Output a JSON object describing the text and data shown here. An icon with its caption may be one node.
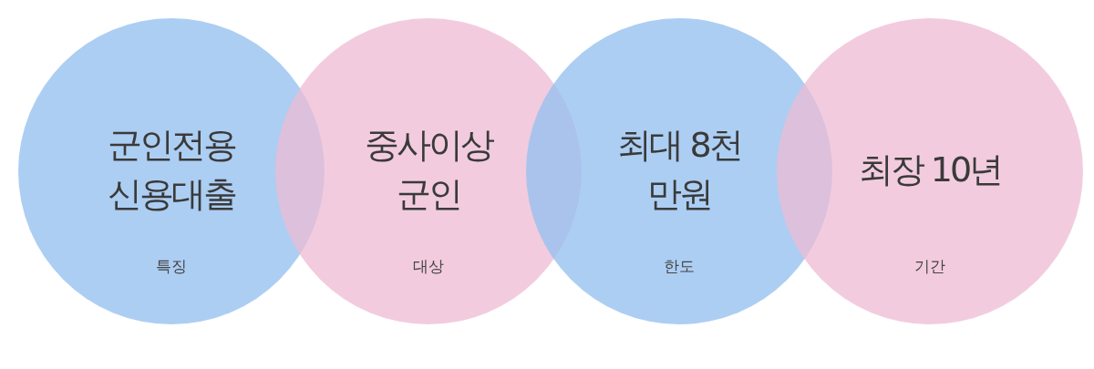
{
  "diagram": {
    "nodes": [
      {
        "text": [
          "군인전용 신용대출",
          "특징"
        ]
      },
      {
        "text": [
          "중사이상 군인",
          "대상"
        ]
      },
      {
        "text": [
          "최대 8천만원",
          "한도"
        ]
      },
      {
        "text": [
          "최장 10년",
          "기간"
        ]
      }
    ]
  }
}
